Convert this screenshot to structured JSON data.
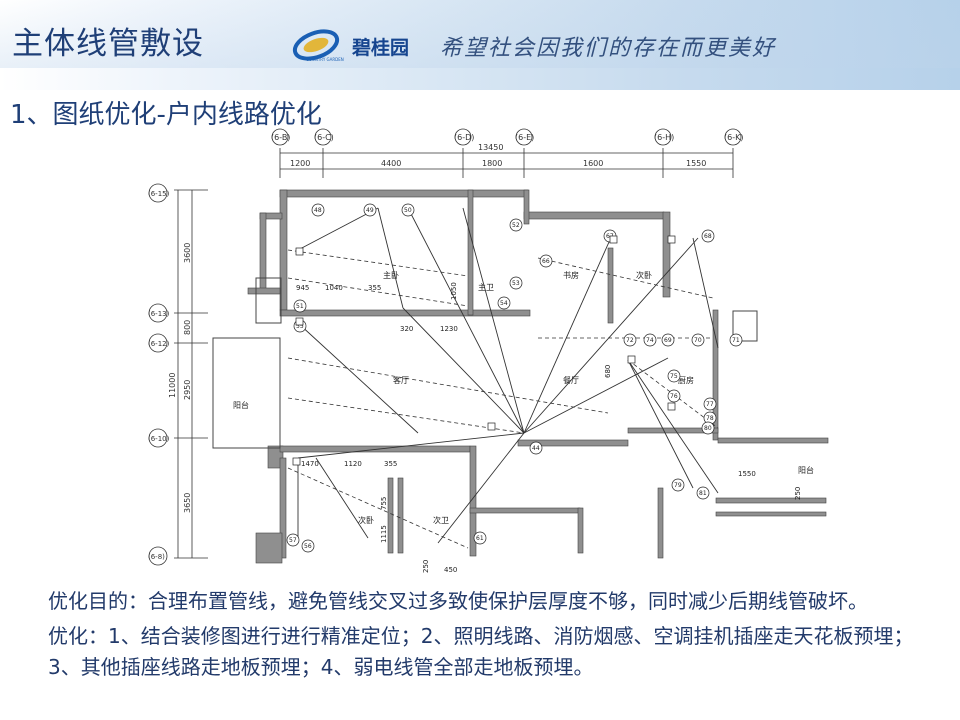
{
  "header": {
    "title": "主体线管敷设",
    "brand_name": "碧桂园",
    "brand_en": "COUNTRY GARDEN",
    "slogan": "希望社会因我们的存在而更美好"
  },
  "subtitle": "1、图纸优化-户内线路优化",
  "plan": {
    "axis_labels_top": [
      "(6-B)",
      "(6-C)",
      "(6-D)",
      "(6-E)",
      "(6-H)",
      "(6-K)"
    ],
    "axis_labels_left": [
      "(6-15)",
      "(6-13)",
      "(6-12)",
      "(6-10)",
      "(6-8)"
    ],
    "total_width": "13450",
    "top_dims": [
      "1200",
      "4400",
      "1800",
      "1600",
      "1550"
    ],
    "total_height": "11000",
    "left_dims": [
      "3600",
      "800",
      "2950",
      "3650"
    ],
    "inner_dims": [
      "945",
      "1040",
      "355",
      "1050",
      "320",
      "1230",
      "680",
      "1470",
      "1120",
      "355",
      "755",
      "1115",
      "250",
      "450",
      "1550",
      "250"
    ],
    "rooms": [
      "主卧",
      "主卫",
      "书房",
      "次卧",
      "客厅",
      "餐厅",
      "阳台",
      "厨房",
      "次卧",
      "次卫",
      "阳台"
    ],
    "markers": [
      "48",
      "49",
      "50",
      "52",
      "53",
      "54",
      "51",
      "55",
      "66",
      "67",
      "68",
      "69",
      "70",
      "71",
      "72",
      "74",
      "75",
      "76",
      "77",
      "78",
      "79",
      "80",
      "81",
      "44",
      "56",
      "57",
      "61"
    ]
  },
  "description": {
    "purpose": "优化目的：合理布置管线，避免管线交叉过多致使保护层厚度不够，同时减少后期线管破坏。",
    "method": "优化：1、结合装修图进行进行精准定位；2、照明线路、消防烟感、空调挂机插座走天花板预埋；3、其他插座线路走地板预埋；4、弱电线管全部走地板预埋。"
  }
}
